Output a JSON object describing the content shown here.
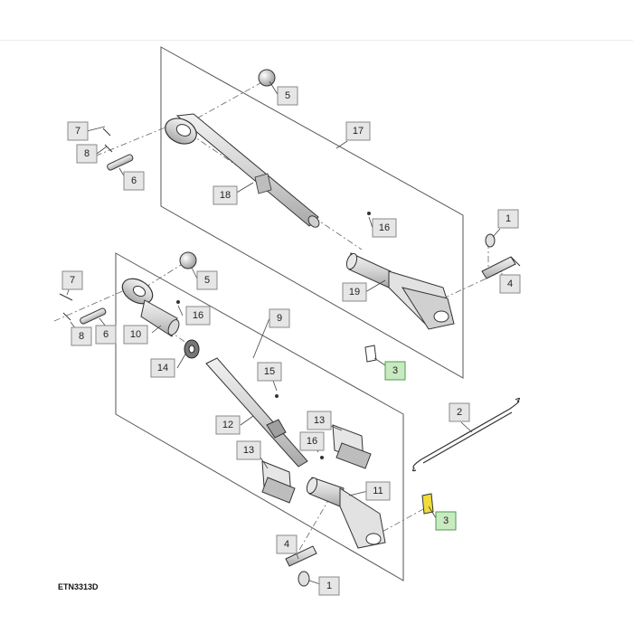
{
  "figure_id": "ETN3313D",
  "callouts": [
    {
      "id": "c5a",
      "label": "5"
    },
    {
      "id": "c7a",
      "label": "7"
    },
    {
      "id": "c8a",
      "label": "8"
    },
    {
      "id": "c6a",
      "label": "6"
    },
    {
      "id": "c17",
      "label": "17"
    },
    {
      "id": "c18",
      "label": "18"
    },
    {
      "id": "c16a",
      "label": "16"
    },
    {
      "id": "c1a",
      "label": "1"
    },
    {
      "id": "c4a",
      "label": "4"
    },
    {
      "id": "c19",
      "label": "19"
    },
    {
      "id": "c3a",
      "label": "3",
      "highlight": true
    },
    {
      "id": "c7b",
      "label": "7"
    },
    {
      "id": "c5b",
      "label": "5"
    },
    {
      "id": "c16b",
      "label": "16"
    },
    {
      "id": "c8b",
      "label": "8"
    },
    {
      "id": "c6b",
      "label": "6"
    },
    {
      "id": "c10",
      "label": "10"
    },
    {
      "id": "c9",
      "label": "9"
    },
    {
      "id": "c14",
      "label": "14"
    },
    {
      "id": "c15",
      "label": "15"
    },
    {
      "id": "c12",
      "label": "12"
    },
    {
      "id": "c13a",
      "label": "13"
    },
    {
      "id": "c16c",
      "label": "16"
    },
    {
      "id": "c13b",
      "label": "13"
    },
    {
      "id": "c11",
      "label": "11"
    },
    {
      "id": "c2",
      "label": "2"
    },
    {
      "id": "c3b",
      "label": "3",
      "highlight": true
    },
    {
      "id": "c4b",
      "label": "4"
    },
    {
      "id": "c1b",
      "label": "1"
    }
  ],
  "colors": {
    "callout_fill": "#e6e6e6",
    "callout_stroke": "#8a8a8a",
    "highlight_fill": "#c8eac0",
    "highlight_stroke": "#4f9a4f",
    "part_highlight": "#f0dc3a",
    "line": "#333333"
  }
}
